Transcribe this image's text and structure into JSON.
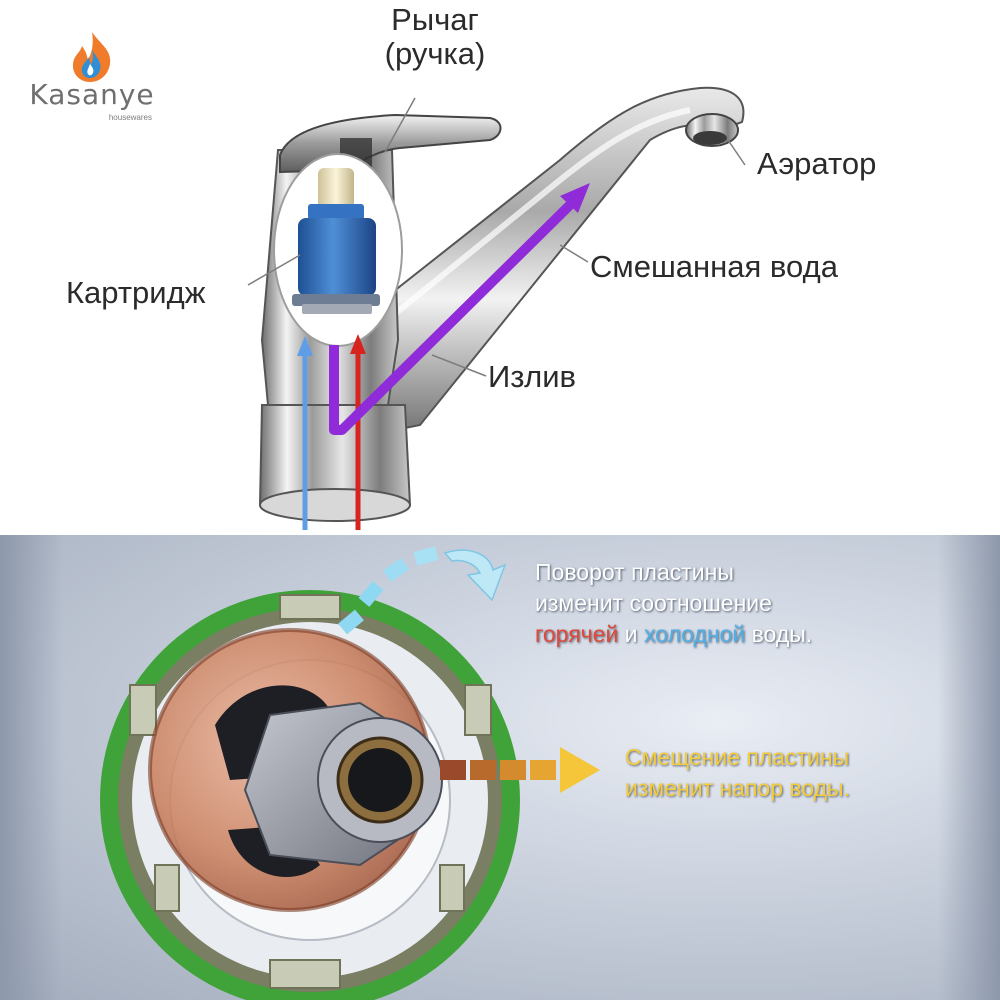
{
  "brand": {
    "name": "Kasanye",
    "tagline": "housewares",
    "colors": {
      "flame_outer": "#ef7b2b",
      "flame_inner": "#2f8fd6"
    }
  },
  "faucet_labels": {
    "lever": [
      "Рычаг",
      "(ручка)"
    ],
    "aerator": "Аэратор",
    "cartridge": "Картридж",
    "mixed_water": "Смешанная вода",
    "spout": "Излив"
  },
  "flow_colors": {
    "cold": "#5f9ee6",
    "hot": "#d8241f",
    "mixed": "#8f2bd8"
  },
  "cartridge_notes": {
    "rotation": {
      "line1": "Поворот пластины",
      "line2": "изменит соотношение",
      "hot_word": "горячей",
      "and_word": " и ",
      "cold_word": "холодной",
      "tail": " воды."
    },
    "shift": {
      "line1": "Смещение пластины",
      "line2": "изменит напор воды."
    },
    "colors": {
      "hot": "#e0483a",
      "cold": "#4fb0e8",
      "shift": "#f4cc3b",
      "ring": "#3fa33a",
      "plate": "#c9805f"
    }
  }
}
